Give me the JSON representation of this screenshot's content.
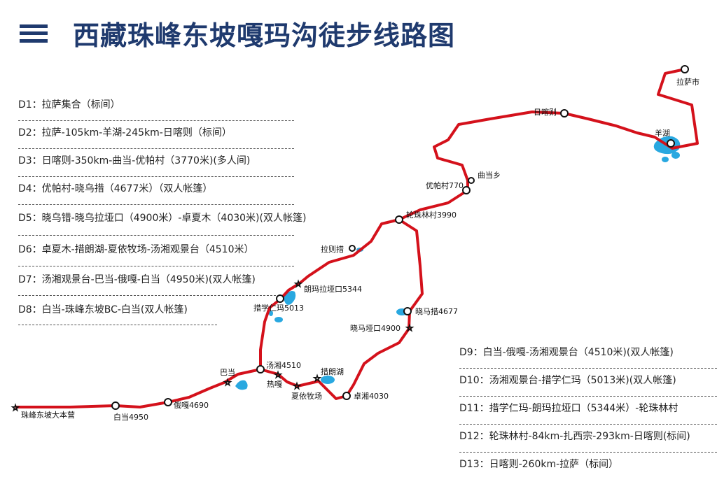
{
  "title": "西藏珠峰东坡嘎玛沟徒步线路图",
  "itinerary_left": [
    "D1：拉萨集合（标间）",
    "D2：拉萨-105km-羊湖-245km-日喀则（标间）",
    "D3：日喀则-350km-曲当-优帕村（3770米)(多人间)",
    "D4：优帕村-晓乌措（4677米）（双人帐篷）",
    "D5：晓乌错-晓乌拉垭口（4900米）-卓夏木（4030米)(双人帐篷)",
    "D6：卓夏木-措朗湖-夏依牧场-汤湘观景台（4510米）",
    "D7：汤湘观景台-巴当-俄嘎-白当（4950米)(双人帐篷)",
    "D8：白当-珠峰东坡BC-白当(双人帐篷)"
  ],
  "itinerary_right": [
    "D9：白当-俄嘎-汤湘观景台（4510米)(双人帐篷)",
    "D10：汤湘观景台-措学仁玛（5013米)(双人帐篷)",
    "D11：措学仁玛-朗玛拉垭口（5344米）-轮珠林村",
    "D12：轮珠林村-84km-扎西宗-293km-日喀则(标间)",
    "D13：日喀则-260km-拉萨（标间）"
  ],
  "map_labels": {
    "lasa": "拉萨市",
    "rikaze": "日喀则",
    "yanghu": "羊湖",
    "qudang": "曲当乡",
    "youpa": "优帕村770",
    "lunzhu": "轮珠林村3990",
    "laze": "拉则措",
    "langma": "朗玛拉垭口5344",
    "cuoxue": "措学仁玛5013",
    "xiaomacuo": "晓马措4677",
    "xiaomayakou": "晓马垭口4900",
    "tangxiang": "汤湘4510",
    "rega": "热嘎",
    "xiayi": "夏依牧场",
    "cuolang": "措朗湖",
    "zhuoxiang": "卓湘4030",
    "badang": "巴当",
    "ega": "俄嘎4690",
    "baidang": "白当4950",
    "bc": "珠峰东坡大本营"
  },
  "colors": {
    "route": "#d4111b",
    "water": "#29a8e0",
    "title": "#1f3a6e"
  }
}
